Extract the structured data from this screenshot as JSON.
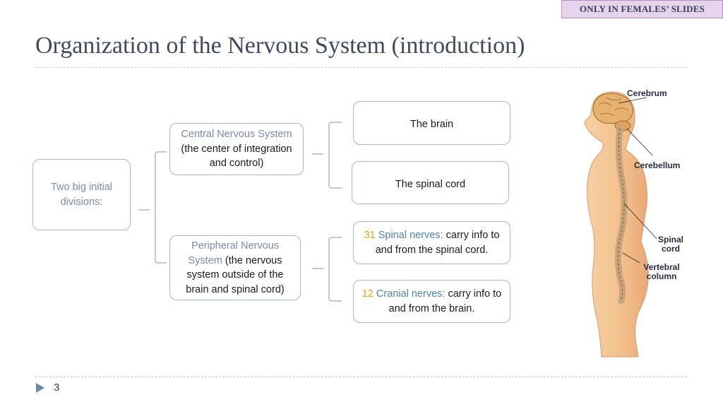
{
  "badge": "ONLY IN FEMALES’ SLIDES",
  "title": "Organization of the Nervous System (introduction)",
  "diagram": {
    "root": "Two big initial divisions:",
    "cns": {
      "name": "Central Nervous System",
      "desc": " (the center of integration and control)"
    },
    "pns": {
      "name": "Peripheral Nervous System",
      "desc": " (the nervous system outside of the brain and spinal cord)"
    },
    "brain": "The brain",
    "spinal_cord": "The spinal cord",
    "spinal_nerves": {
      "count": "31",
      "name": " Spinal nerves:",
      "desc": " carry info to and from the spinal cord."
    },
    "cranial_nerves": {
      "count": "12",
      "name": " Cranial nerves:",
      "desc": " carry info to and from the brain."
    }
  },
  "figure_labels": {
    "cerebrum": "Cerebrum",
    "cerebellum": "Cerebellum",
    "spinal_cord": "Spinal cord",
    "vertebral_column": "Vertebral column"
  },
  "page_number": "3",
  "colors": {
    "muted_text": "#7b8da6",
    "blue_text": "#4e84b8",
    "gold_text": "#e2a312",
    "box_border": "#a8b9c8",
    "badge_bg": "#e6d4ec"
  }
}
